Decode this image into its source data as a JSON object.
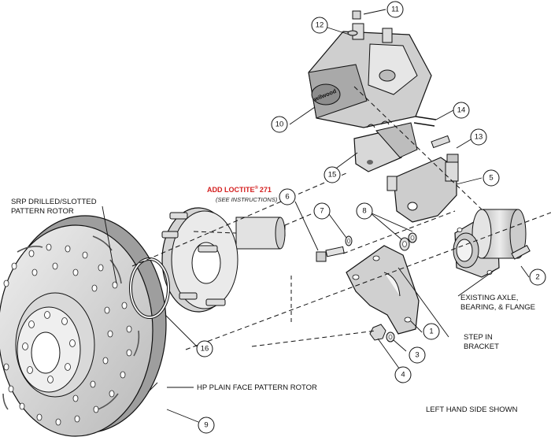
{
  "notes": {
    "srp_line1": "SRP DRILLED/SLOTTED",
    "srp_line2": "PATTERN ROTOR",
    "loctite_main": "ADD LOCTITE",
    "loctite_reg": "®",
    "loctite_num": "271",
    "loctite_sub": "(SEE INSTRUCTIONS)",
    "axle_line1": "EXISTING AXLE,",
    "axle_line2": "BEARING, & FLANGE",
    "step_line1": "STEP IN",
    "step_line2": "BRACKET",
    "hp_rotor": "HP PLAIN FACE PATTERN ROTOR",
    "side_shown": "LEFT HAND SIDE SHOWN",
    "brand": "wilwood"
  },
  "callouts": [
    {
      "id": "callout-1",
      "number": "1"
    },
    {
      "id": "callout-2",
      "number": "2"
    },
    {
      "id": "callout-3",
      "number": "3"
    },
    {
      "id": "callout-4",
      "number": "4"
    },
    {
      "id": "callout-5",
      "number": "5"
    },
    {
      "id": "callout-6",
      "number": "6"
    },
    {
      "id": "callout-7",
      "number": "7"
    },
    {
      "id": "callout-8",
      "number": "8"
    },
    {
      "id": "callout-9",
      "number": "9"
    },
    {
      "id": "callout-10",
      "number": "10"
    },
    {
      "id": "callout-11",
      "number": "11"
    },
    {
      "id": "callout-12",
      "number": "12"
    },
    {
      "id": "callout-13",
      "number": "13"
    },
    {
      "id": "callout-14",
      "number": "14"
    },
    {
      "id": "callout-15",
      "number": "15"
    },
    {
      "id": "callout-16",
      "number": "16"
    }
  ],
  "colors": {
    "part_fill": "#dcdcdc",
    "part_dark": "#a8a8a8",
    "line": "#111111",
    "loctite": "#d42020"
  }
}
